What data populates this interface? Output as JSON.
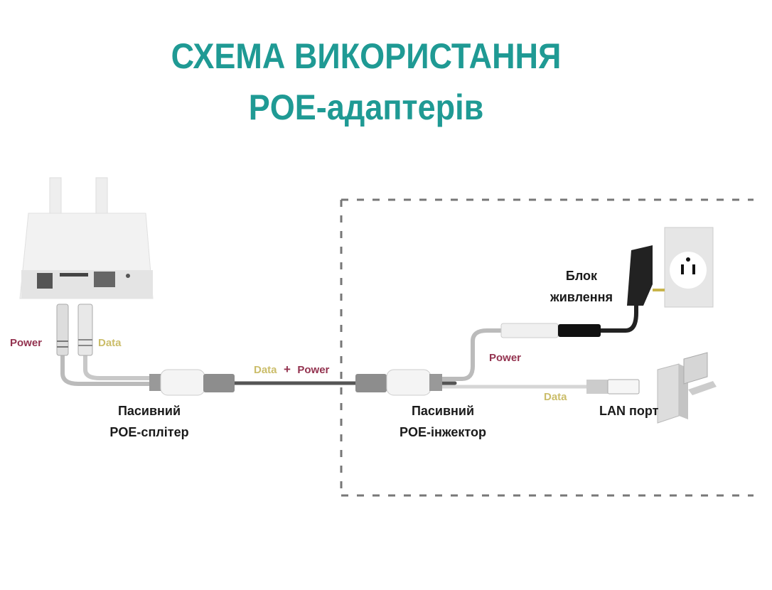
{
  "title": {
    "line1": "СХЕМА ВИКОРИСТАННЯ",
    "line2": "POE-адаптерів"
  },
  "labels": {
    "power_left": "Power",
    "data_left": "Data",
    "data_word": "Data",
    "plus": "+",
    "power_word": "Power",
    "splitter_line1": "Пасивний",
    "splitter_line2": "POE-сплітер",
    "injector_line1": "Пасивний",
    "injector_line2": "POE-інжектор",
    "power_right": "Power",
    "data_right": "Data",
    "lan_port": "LAN порт",
    "psu_line1": "Блок",
    "psu_line2": "живлення"
  },
  "colors": {
    "title": "#1f9a94",
    "power": "#93324f",
    "data": "#cbbd6a"
  }
}
